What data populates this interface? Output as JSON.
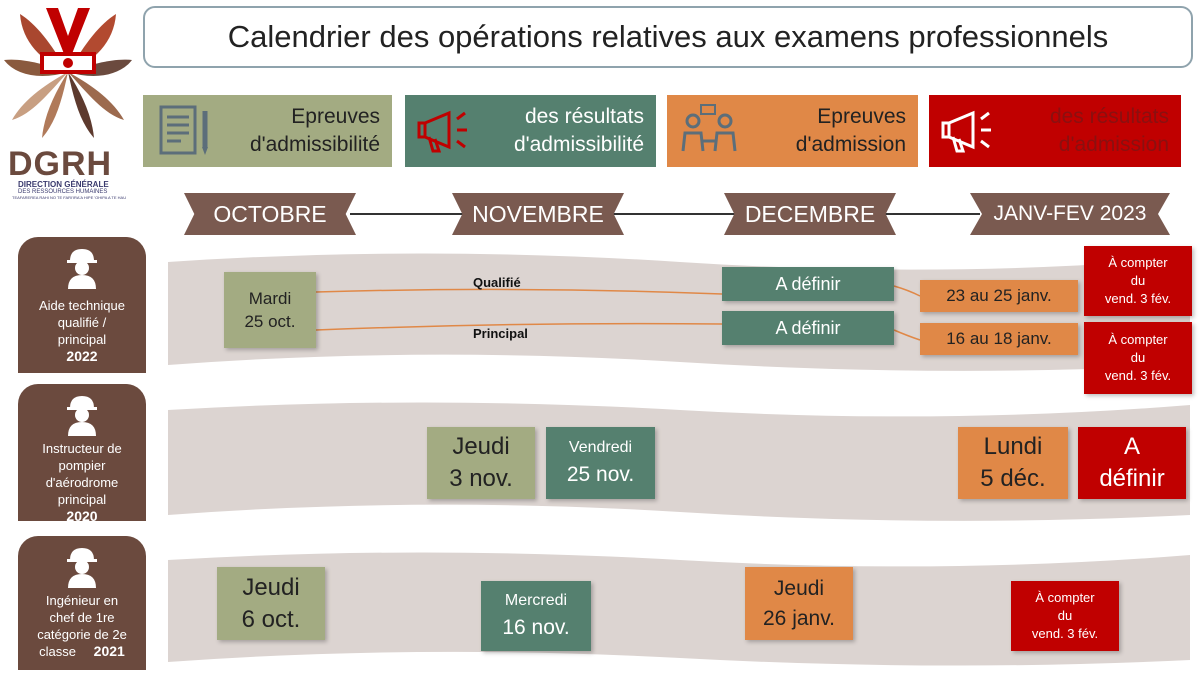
{
  "logo": {
    "acronym": "DGRH",
    "line1": "DIRECTION GÉNÉRALE",
    "line2": "DES RESSOURCES HUMAINES",
    "line3": "TEAFAREREA RAHI NO TE FARI'IRA'A HIPE 'OHIPA A TE HAU"
  },
  "title": "Calendrier des opérations relatives aux examens professionnels",
  "legend": [
    {
      "l1": "Epreuves",
      "l2": "d'admissibilité",
      "icon": "document-icon",
      "color": "#a3ab82"
    },
    {
      "l1": "des résultats",
      "l2": "d'admissibilité",
      "icon": "megaphone-icon",
      "color": "#55806f"
    },
    {
      "l1": "Epreuves",
      "l2": "d'admission",
      "icon": "interview-icon",
      "color": "#e08847"
    },
    {
      "l1": "des résultats",
      "l2": "d'admission",
      "icon": "megaphone-icon",
      "color": "#c00000"
    }
  ],
  "months": [
    "OCTOBRE",
    "NOVEMBRE",
    "DECEMBRE",
    "JANV-FEV 2023"
  ],
  "rows": [
    {
      "label_lines": [
        "Aide technique",
        "qualifié /",
        "principal"
      ],
      "year": "2022",
      "admissibilite": {
        "l1": "Mardi",
        "l2": "25 oct."
      },
      "tracks": [
        {
          "name": "Qualifié",
          "res_admissibilite": "A définir",
          "admission": "23 au 25 janv.",
          "res_admission": [
            "À compter",
            "du",
            "vend. 3 fév."
          ]
        },
        {
          "name": "Principal",
          "res_admissibilite": "A définir",
          "admission": "16 au 18 janv.",
          "res_admission": [
            "À compter",
            "du",
            "vend. 3 fév."
          ]
        }
      ]
    },
    {
      "label_lines": [
        "Instructeur de",
        "pompier",
        "d'aérodrome",
        "principal"
      ],
      "year": "2020",
      "admissibilite": {
        "l1": "Jeudi",
        "l2": "3 nov."
      },
      "res_admissibilite": {
        "l1": "Vendredi",
        "l2": "25 nov."
      },
      "admission": {
        "l1": "Lundi",
        "l2": "5 déc."
      },
      "res_admission": {
        "l1": "A",
        "l2": "définir"
      }
    },
    {
      "label_lines": [
        "Ingénieur en",
        "chef de 1re",
        "catégorie de 2e",
        "classe"
      ],
      "year": "2021",
      "admissibilite": {
        "l1": "Jeudi",
        "l2": "6 oct."
      },
      "res_admissibilite": {
        "l1": "Mercredi",
        "l2": "16 nov."
      },
      "admission": {
        "l1": "Jeudi",
        "l2": "26 janv."
      },
      "res_admission": [
        "À compter",
        "du",
        "vend. 3 fév."
      ]
    }
  ]
}
